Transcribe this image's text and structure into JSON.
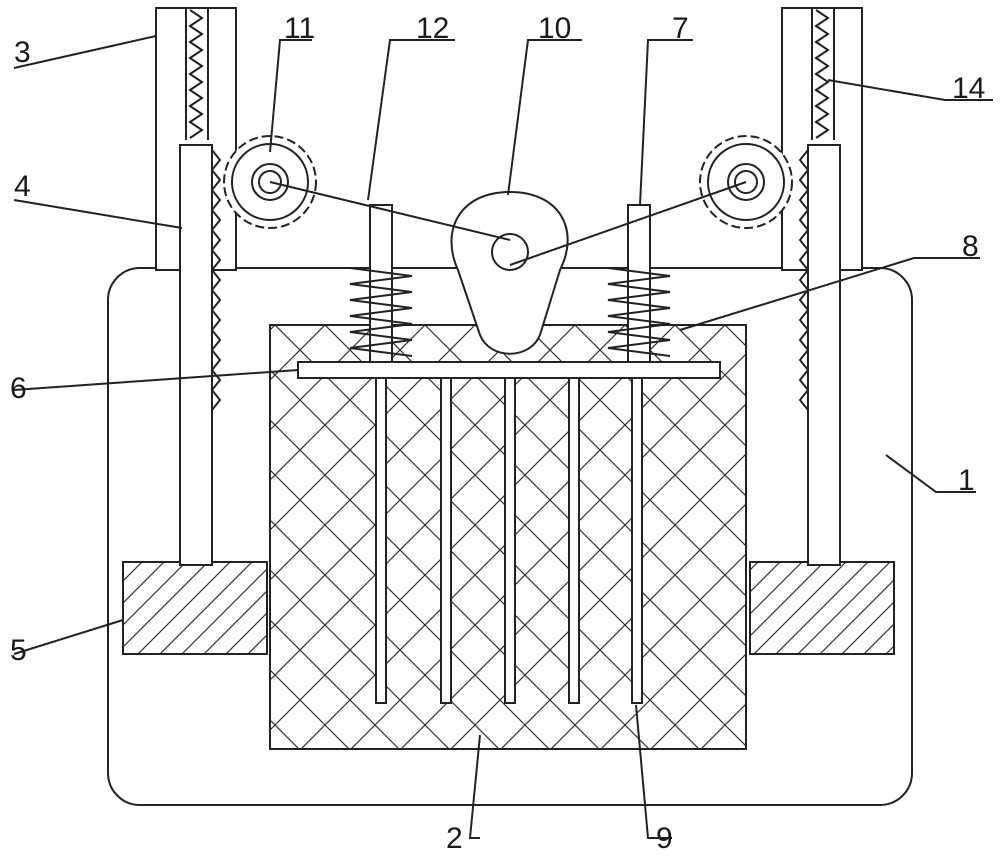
{
  "figure": {
    "labels": {
      "housing": "1",
      "body_block": "2",
      "guide_frame": "3",
      "rack_bar": "4",
      "weight_block": "5",
      "press_plate": "6",
      "guide_rod": "7",
      "spring": "8",
      "needle": "9",
      "cam": "10",
      "gear": "11",
      "guide_rod_left": "12",
      "rack_right": "14"
    }
  }
}
